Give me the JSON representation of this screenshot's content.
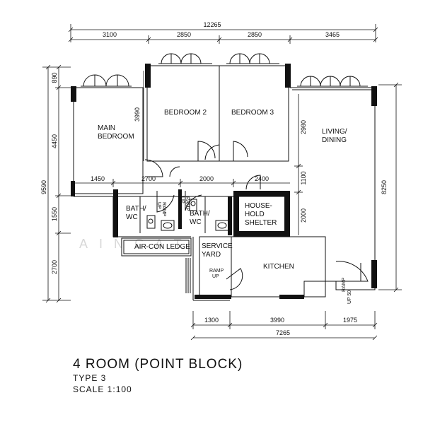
{
  "dimensions": {
    "overall_top": "12265",
    "top_segments": [
      "3100",
      "2850",
      "2850",
      "3465"
    ],
    "left_outer": "9590",
    "left_segments": [
      "890",
      "4450",
      "1550",
      "2700"
    ],
    "bedroom2_height": "3990",
    "living_segments": [
      "2980",
      "1100",
      "2000"
    ],
    "right_overall": "8250",
    "inner_horizontal": [
      "1450",
      "2700",
      "2000",
      "2400"
    ],
    "bottom_segments": [
      "1300",
      "3990",
      "1975"
    ],
    "bottom_overall": "7265"
  },
  "rooms": {
    "main_bedroom": [
      "MAIN",
      "BEDROOM"
    ],
    "bedroom2": "BEDROOM 2",
    "bedroom3": "BEDROOM 3",
    "living": [
      "LIVING/",
      "DINING"
    ],
    "bath1": [
      "BATH/",
      "WC"
    ],
    "bath2": [
      "BATH/",
      "WC"
    ],
    "shelter": [
      "HOUSE-",
      "HOLD",
      "SHELTER"
    ],
    "aircon": "AIR-CON LEDGE",
    "service": [
      "SERVICE",
      "YARD"
    ],
    "kitchen": "KITCHEN"
  },
  "ramps": {
    "bath1": [
      "RAMP",
      "UP"
    ],
    "bath2": [
      "RAMP",
      "UP"
    ],
    "service": [
      "RAMP",
      "UP"
    ],
    "entrance": [
      "RAMP",
      "UP 50"
    ]
  },
  "watermark": "AINCAT",
  "caption": {
    "title": "4 ROOM (POINT BLOCK)",
    "type": "TYPE 3",
    "scale": "SCALE 1:100"
  }
}
